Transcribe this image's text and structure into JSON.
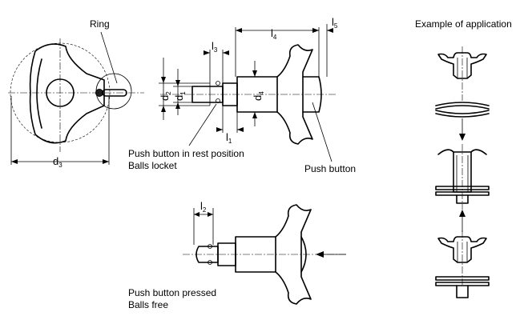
{
  "labels": {
    "ring": "Ring",
    "example": "Example of application",
    "rest_line1": "Push button in rest position",
    "rest_line2": "Balls locket",
    "push_button": "Push button",
    "pressed_line1": "Push button pressed",
    "pressed_line2": "Balls free"
  },
  "dimensions": {
    "d3": {
      "base": "d",
      "sub": "3"
    },
    "d2": {
      "base": "d",
      "sub": "2"
    },
    "d1": {
      "base": "d",
      "sub": "1"
    },
    "d4": {
      "base": "d",
      "sub": "4"
    },
    "l1": {
      "base": "l",
      "sub": "1"
    },
    "l2": {
      "base": "l",
      "sub": "2"
    },
    "l3": {
      "base": "l",
      "sub": "3"
    },
    "l4": {
      "base": "l",
      "sub": "4"
    },
    "l5": {
      "base": "l",
      "sub": "5"
    }
  }
}
